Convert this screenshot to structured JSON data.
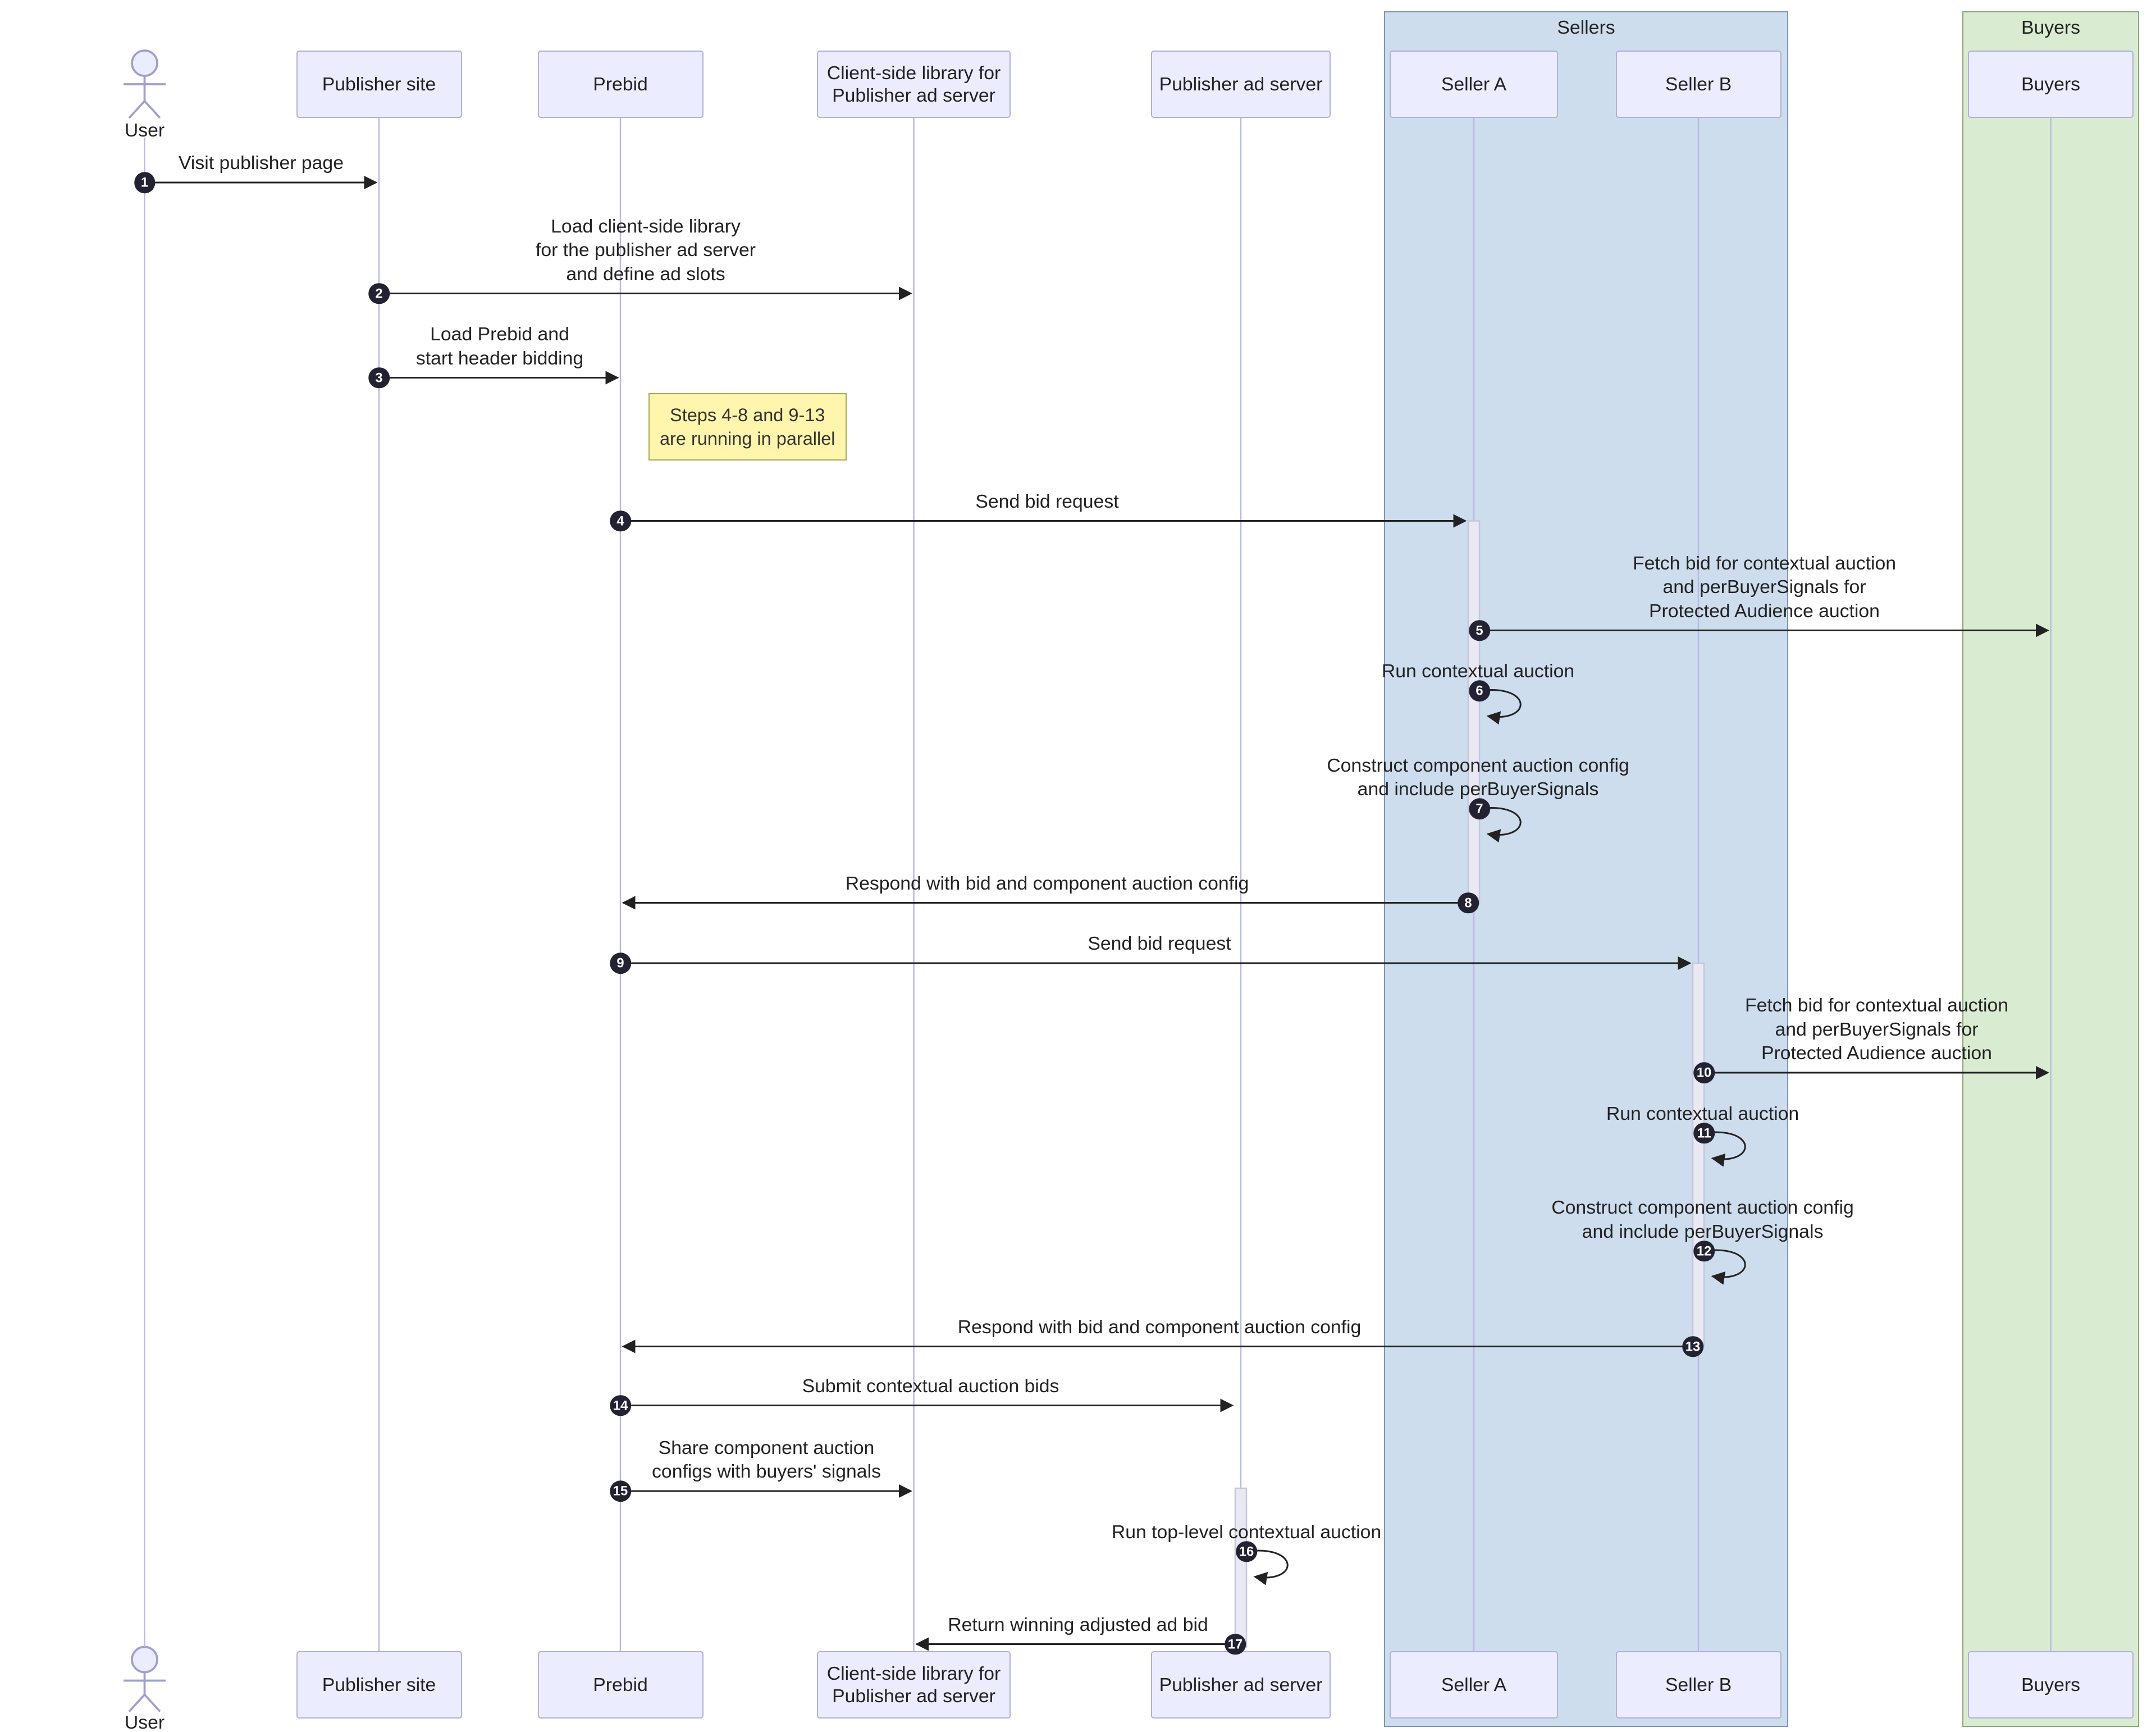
{
  "actor": {
    "label": "User"
  },
  "participants": {
    "publisher_site": "Publisher site",
    "prebid": "Prebid",
    "client_lib": "Client-side library for\nPublisher ad server",
    "ad_server": "Publisher ad server",
    "seller_a": "Seller A",
    "seller_b": "Seller B",
    "buyers": "Buyers"
  },
  "groups": {
    "sellers": {
      "label": "Sellers",
      "fill": "#cddded"
    },
    "buyers": {
      "label": "Buyers",
      "fill": "#d9ecd1"
    }
  },
  "note": {
    "text": "Steps 4-8 and 9-13\nare running in parallel",
    "fill": "#fff5ad"
  },
  "messages": [
    {
      "num": "1",
      "text": "Visit publisher page"
    },
    {
      "num": "2",
      "text": "Load client-side library\nfor the publisher ad server\nand define ad slots"
    },
    {
      "num": "3",
      "text": "Load Prebid and\nstart header bidding"
    },
    {
      "num": "4",
      "text": "Send bid request"
    },
    {
      "num": "5",
      "text": "Fetch bid for contextual auction\nand perBuyerSignals for\nProtected Audience auction"
    },
    {
      "num": "6",
      "text": "Run contextual auction"
    },
    {
      "num": "7",
      "text": "Construct component auction config\nand include perBuyerSignals"
    },
    {
      "num": "8",
      "text": "Respond with bid and component auction config"
    },
    {
      "num": "9",
      "text": "Send bid request"
    },
    {
      "num": "10",
      "text": "Fetch bid for contextual auction\nand perBuyerSignals for\nProtected Audience auction"
    },
    {
      "num": "11",
      "text": "Run contextual auction"
    },
    {
      "num": "12",
      "text": "Construct component auction config\nand include perBuyerSignals"
    },
    {
      "num": "13",
      "text": "Respond with bid and component auction config"
    },
    {
      "num": "14",
      "text": "Submit contextual auction bids"
    },
    {
      "num": "15",
      "text": "Share component auction\nconfigs with buyers' signals"
    },
    {
      "num": "16",
      "text": "Run top-level contextual auction"
    },
    {
      "num": "17",
      "text": "Return winning adjusted ad bid"
    }
  ],
  "colors": {
    "participant_fill": "#ECECFF",
    "sellers_fill": "#cddded",
    "buyers_fill": "#d9ecd1",
    "note_fill": "#fff5ad",
    "line": "#222222",
    "lifeline": "#b9b9e2"
  }
}
